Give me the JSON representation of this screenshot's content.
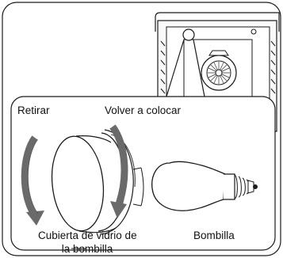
{
  "labels": {
    "remove": "Retirar",
    "replace": "Volver a colocar",
    "cover_line1": "Cubierta de vidrio de",
    "cover_line2": "la bombilla",
    "bulb": "Bombilla"
  },
  "colors": {
    "line": "#1a1a1a",
    "arrow_fill": "#6a6a6a",
    "background": "#ffffff"
  }
}
